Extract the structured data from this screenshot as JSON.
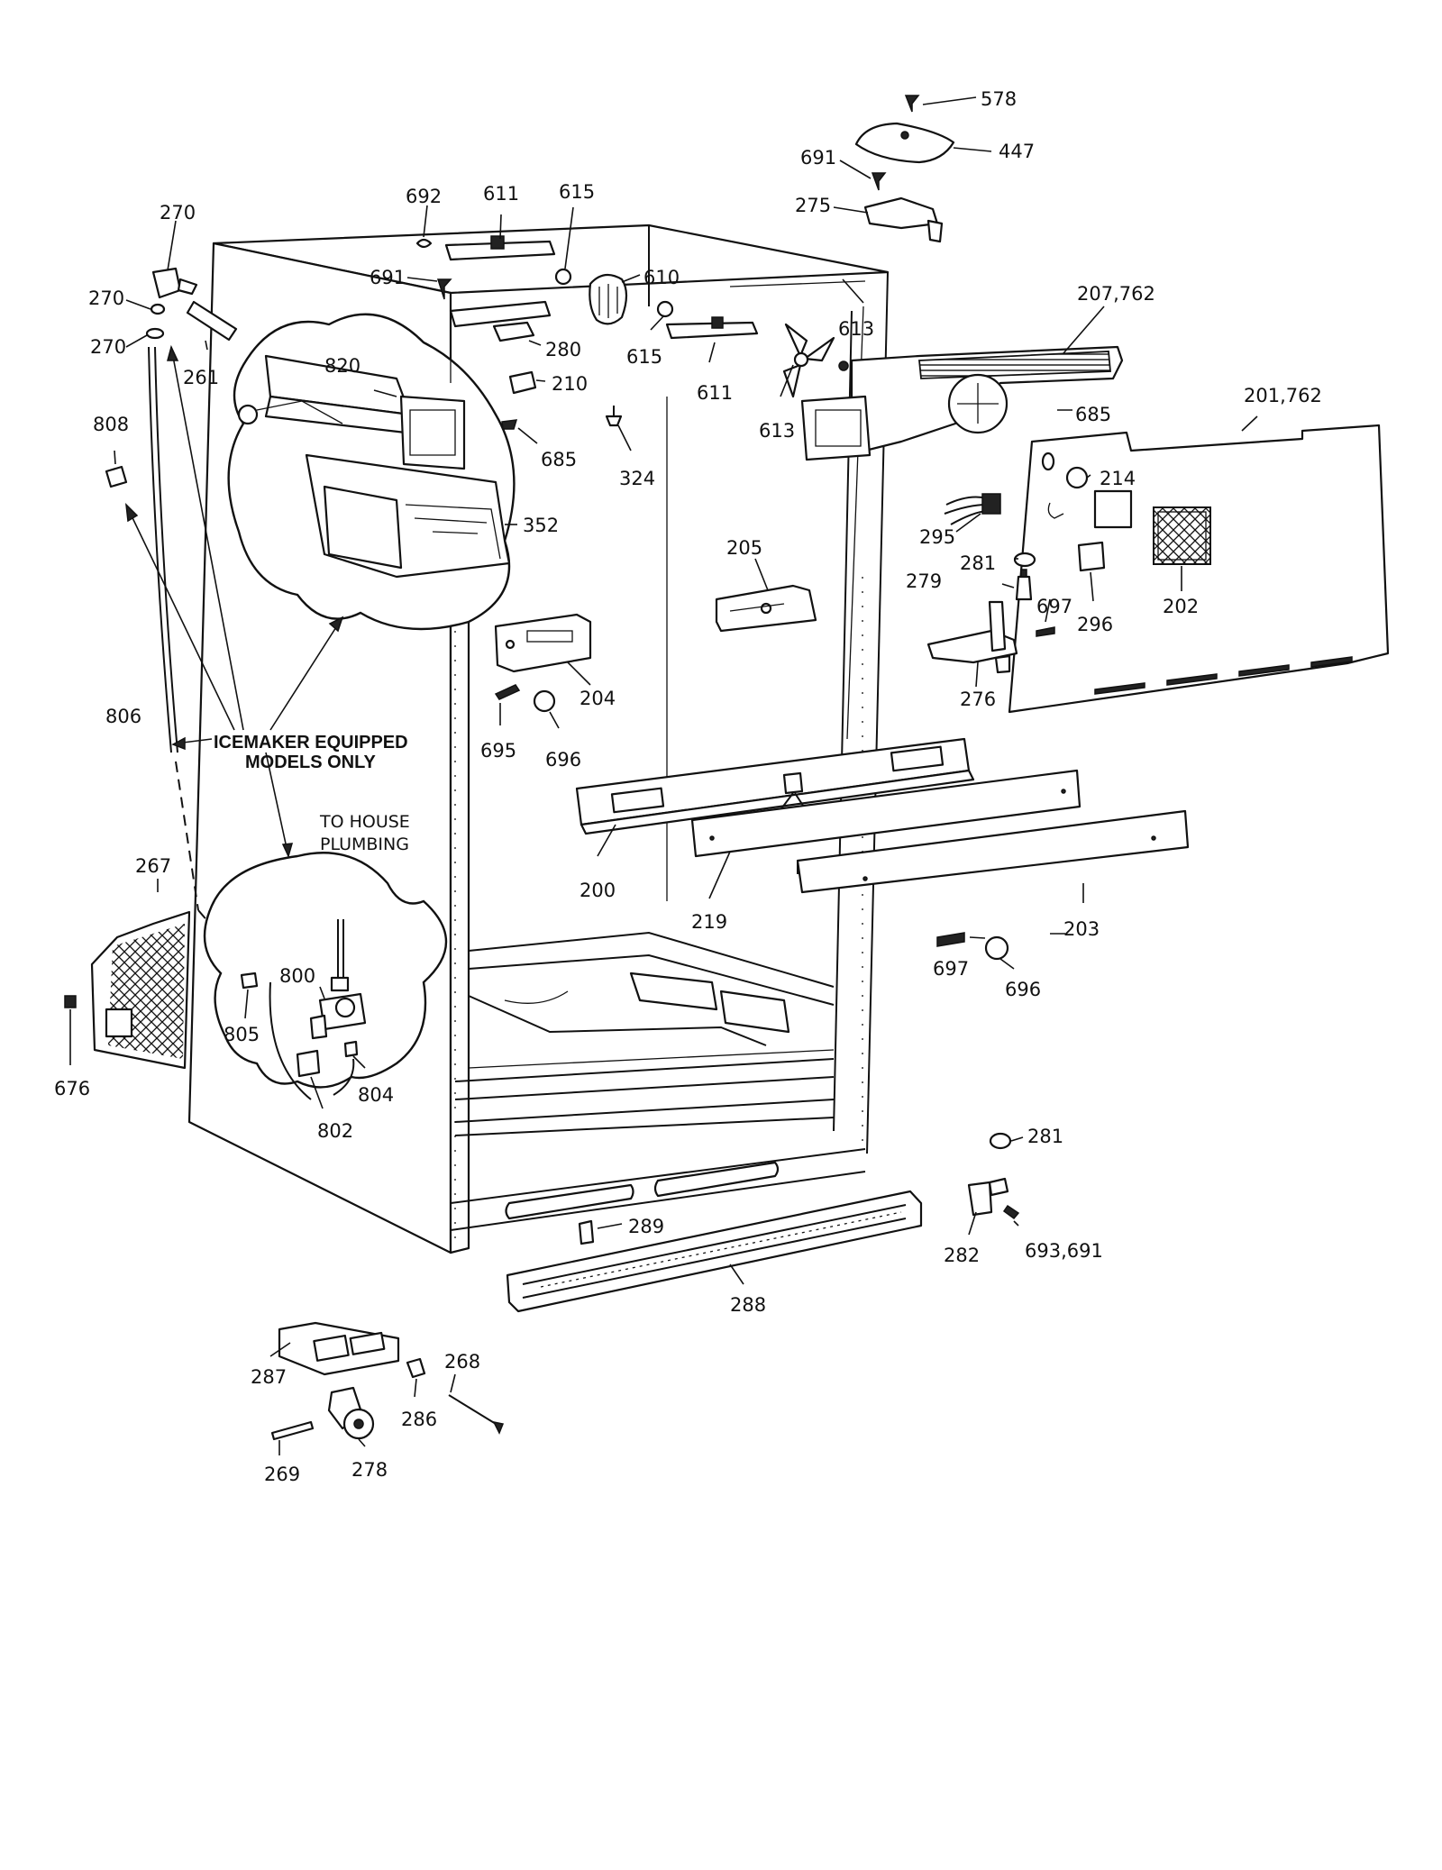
{
  "diagram": {
    "labels": {
      "p578": "578",
      "p447": "447",
      "p691a": "691",
      "p275": "275",
      "p692": "692",
      "p611a": "611",
      "p615a": "615",
      "p270a": "270",
      "p270b": "270",
      "p270c": "270",
      "p691b": "691",
      "p610": "610",
      "p613a": "613",
      "p207": "207,762",
      "p261": "261",
      "p280": "280",
      "p615b": "615",
      "p611b": "611",
      "p613b": "613",
      "p820": "820",
      "p210": "210",
      "p201": "201,762",
      "p685a": "685",
      "p808": "808",
      "p685b": "685",
      "p324": "324",
      "p214": "214",
      "p352": "352",
      "p295": "295",
      "p205": "205",
      "p281a": "281",
      "p279": "279",
      "p697a": "697",
      "p296": "296",
      "p202": "202",
      "p276": "276",
      "p204": "204",
      "p806": "806",
      "p695": "695",
      "p696a": "696",
      "p200": "200",
      "p219": "219",
      "p267": "267",
      "p203": "203",
      "p697b": "697",
      "p696b": "696",
      "p800": "800",
      "p805": "805",
      "p804": "804",
      "p676": "676",
      "p802": "802",
      "p281b": "281",
      "p289": "289",
      "p282": "282",
      "p693": "693,691",
      "p288": "288",
      "p268": "268",
      "p287": "287",
      "p286": "286",
      "p269": "269",
      "p278": "278"
    },
    "notes": {
      "icemaker_line1": "ICEMAKER EQUIPPED",
      "icemaker_line2": "MODELS ONLY",
      "plumbing_line1": "TO HOUSE",
      "plumbing_line2": "PLUMBING"
    }
  }
}
